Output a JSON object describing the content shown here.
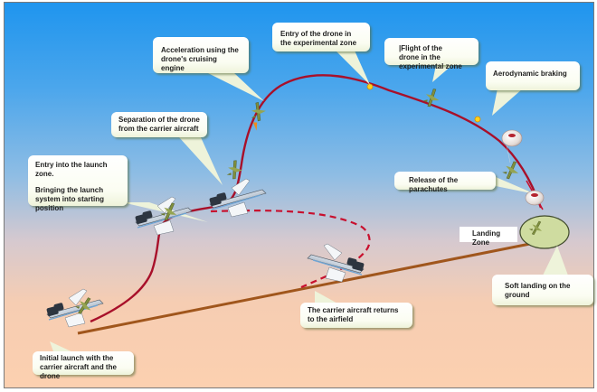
{
  "diagram": {
    "title": "Drone air-launch and recovery flight profile",
    "colors": {
      "sky_top": "#1f95ee",
      "sky_bottom": "#fcd0b0",
      "drone_trajectory": "#c8102e",
      "carrier_return_path": "#c8102e",
      "ground_line": "#a0561c",
      "waypoint_marker": "#ffd21a",
      "landing_zone_fill": "#cfdca0",
      "callout_fill": "#fbfdf2"
    },
    "callouts": {
      "launch_zone": {
        "line1": "Entry into the launch zone.",
        "line2": "Bringing the launch system into starting position"
      },
      "separation": "Separation of the drone from the carrier aircraft",
      "acceleration": "Acceleration using the drone's cruising engine",
      "entry_experimental": "Entry of the drone in the experimental zone",
      "flight_experimental": "|Flight of the drone in the experimental zone",
      "aerodynamic_braking": "Aerodynamic braking",
      "parachutes": "Release of the parachutes",
      "landing_zone": "Landing Zone",
      "soft_landing": "Soft landing on the ground",
      "carrier_returns": "The carrier aircraft returns to the airfield",
      "initial_launch": "Initial launch with the carrier aircraft and the drone"
    },
    "icons": {
      "carrier_aircraft": "twin-engine-aircraft-icon",
      "drone": "drone-icon",
      "parachute": "parachute-icon",
      "waypoint": "waypoint-dot-icon"
    }
  }
}
